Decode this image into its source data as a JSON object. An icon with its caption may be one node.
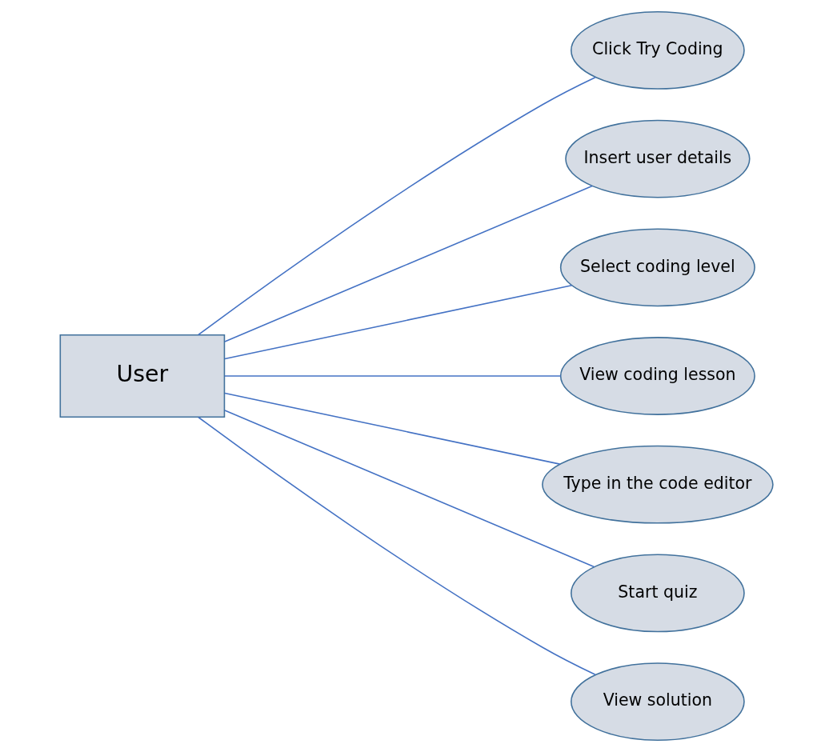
{
  "diagram": {
    "nodes": [
      {
        "text": [
          "User"
        ]
      },
      {
        "text": [
          "Click Try Coding"
        ]
      },
      {
        "text": [
          "Insert user details"
        ]
      },
      {
        "text": [
          "Select coding level"
        ]
      },
      {
        "text": [
          "View coding lesson"
        ]
      },
      {
        "text": [
          "Type in the code editor"
        ]
      },
      {
        "text": [
          "Start quiz"
        ]
      },
      {
        "text": [
          "View solution"
        ]
      }
    ],
    "edges": [
      {
        "from": 0,
        "to": 1,
        "arrow": "none"
      },
      {
        "from": 0,
        "to": 2,
        "arrow": "none"
      },
      {
        "from": 0,
        "to": 3,
        "arrow": "none"
      },
      {
        "from": 0,
        "to": 4,
        "arrow": "none"
      },
      {
        "from": 0,
        "to": 5,
        "arrow": "none"
      },
      {
        "from": 0,
        "to": 6,
        "arrow": "none"
      },
      {
        "from": 0,
        "to": 7,
        "arrow": "none"
      }
    ]
  }
}
